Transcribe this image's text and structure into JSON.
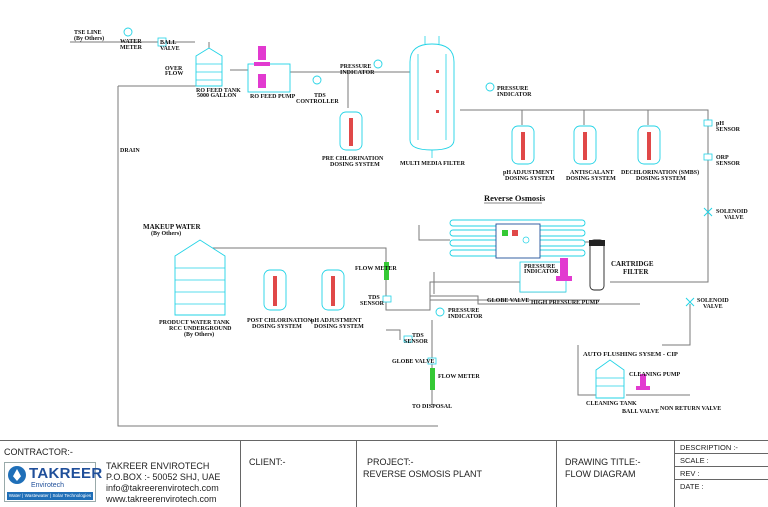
{
  "diagram": {
    "title": "Reverse Osmosis",
    "labels": {
      "tse_line": "TSE LINE",
      "by_others": "(By Others)",
      "water_meter": "WATER METER",
      "ball_valve": "BALL VALVE",
      "over_flow": "OVER FLOW",
      "ro_feed_tank": "RO FEED TANK",
      "ro_feed_tank_cap": "5000 GALLON",
      "ro_feed_pump": "RO FEED PUMP",
      "tds_controller": "TDS CONTROLLER",
      "pressure_indicator": "PRESSURE INDICATOR",
      "pre_chlorination": "PRE CHLORINATION",
      "dosing_system": "DOSING SYSTEM",
      "multi_media_filter": "MULTI MEDIA FILTER",
      "ph_adjustment": "pH ADJUSTMENT",
      "antiscalant": "ANTISCALANT",
      "dechlorination": "DECHLORINATION (SMBS)",
      "ph_sensor": "pH SENSOR",
      "orp_sensor": "ORP SENSOR",
      "solenoid_valve": "SOLENOID VALVE",
      "drain": "DRAIN",
      "makeup_water": "MAKEUP WATER",
      "product_water_tank": "PRODUCT WATER TANK",
      "rcc_underground": "RCC UNDERGROUND",
      "post_chlorination": "POST CHLORINATION",
      "flow_meter": "FLOW METER",
      "tds_sensor": "TDS SENSOR",
      "cartridge_filter": "CARTRIDGE FILTER",
      "globe_valve": "GLOBE VALVE",
      "high_pressure_pump": "HIGH PRESSURE PUMP",
      "auto_flushing": "AUTO FLUSHING SYSEM - CIP",
      "cleaning_pump": "CLEANING PUMP",
      "cleaning_tank": "CLEANING TANK",
      "non_return_valve": "NON RETURN VALVE",
      "to_disposal": "TO DISPOSAL"
    }
  },
  "titleblock": {
    "contractor_label": "CONTRACTOR:-",
    "logo_name": "TAKREER",
    "logo_sub": "Envirotech",
    "logo_tagline": "Water | Wastewater | Solar Technologies",
    "company": "TAKREER ENVIROTECH",
    "pobox": "P.O.BOX :- 50052 SHJ, UAE",
    "email": "info@takreerenvirotech.com",
    "website": "www.takreerenvirotech.com",
    "client_label": "CLIENT:-",
    "project_label": "PROJECT:-",
    "project_value": "REVERSE OSMOSIS PLANT",
    "drawing_title_label": "DRAWING TITLE:-",
    "drawing_title_value": "FLOW DIAGRAM",
    "description_label": "DESCRIPTION :-",
    "scale_label": "SCALE :",
    "rev_label": "REV :",
    "date_label": "DATE :"
  },
  "colors": {
    "equipment": "#22d3e6",
    "pipe": "#7a7a7a",
    "dosing_fill": "#e04848",
    "pump": "#e23ad0",
    "flow_meter": "#35c935",
    "brand": "#1f4f9a"
  }
}
